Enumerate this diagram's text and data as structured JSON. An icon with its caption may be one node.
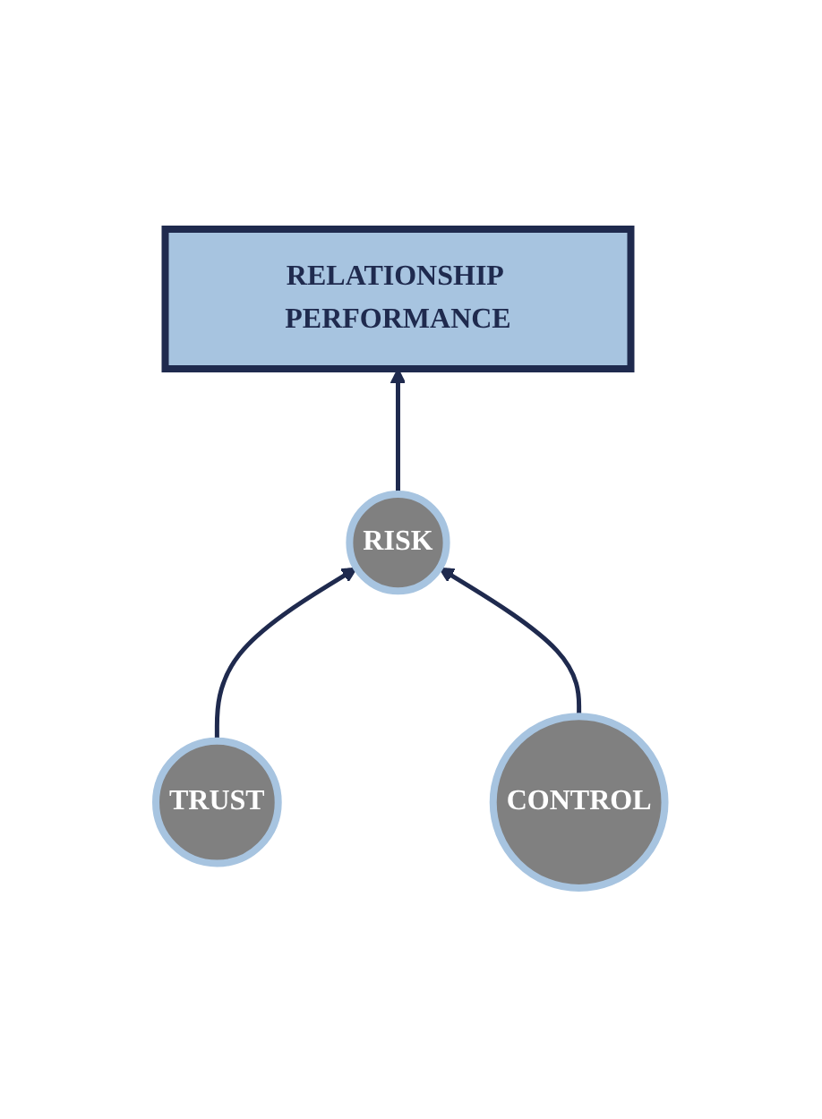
{
  "diagram": {
    "nodes": [
      {
        "text": [
          "RELATIONSHIP PERFORMANCE"
        ]
      },
      {
        "text": [
          "RISK"
        ]
      },
      {
        "text": [
          "TRUST"
        ]
      },
      {
        "text": [
          "CONTROL"
        ]
      }
    ],
    "edges": [
      {
        "from": 1,
        "to": 0,
        "arrow": "to"
      },
      {
        "from": 2,
        "to": 1,
        "arrow": "to"
      },
      {
        "from": 3,
        "to": 1,
        "arrow": "to"
      }
    ]
  }
}
